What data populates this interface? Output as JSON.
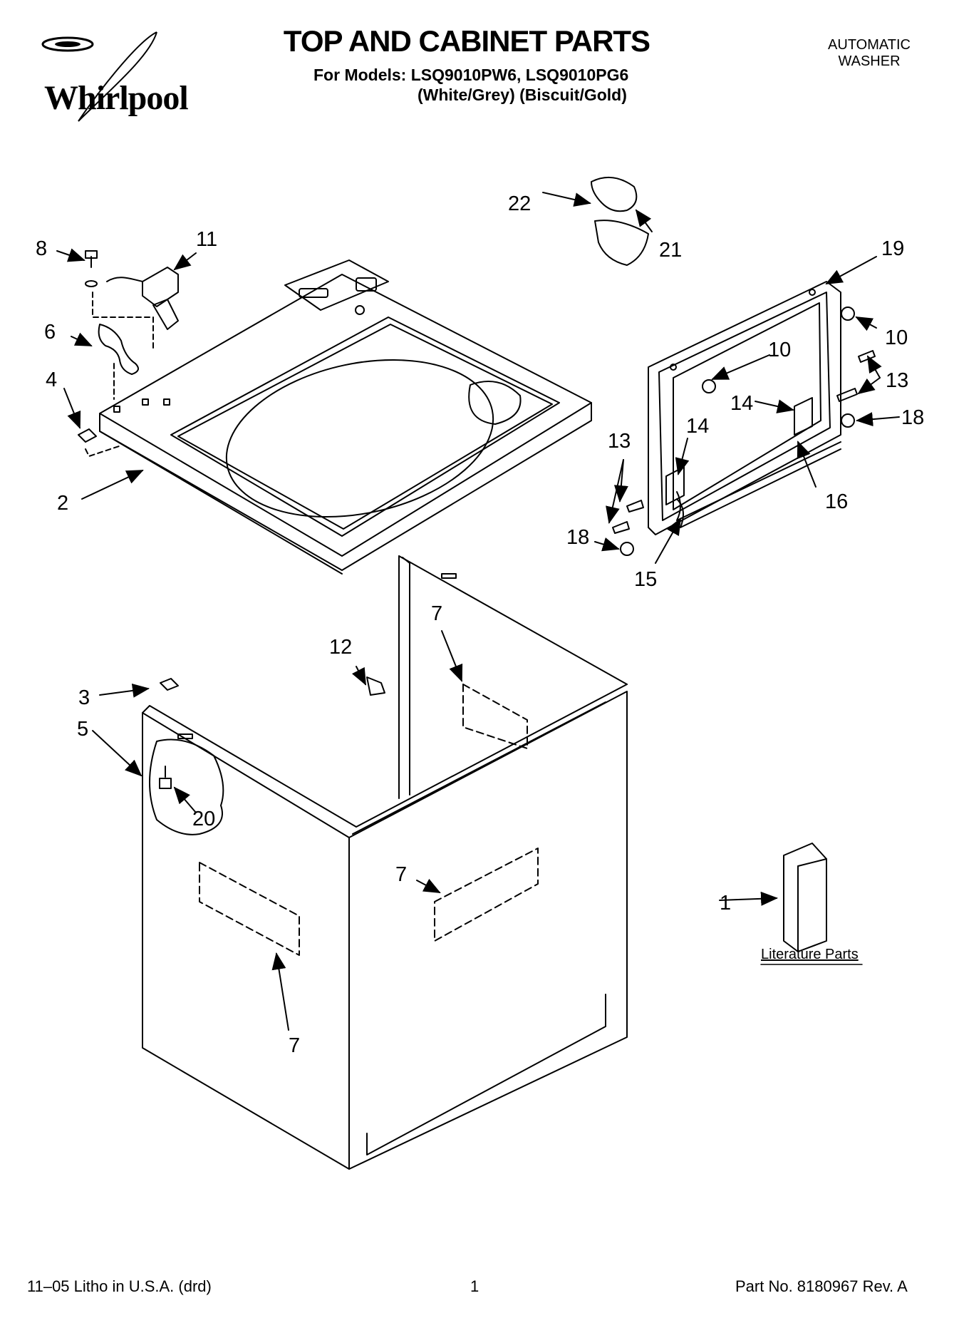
{
  "header": {
    "brand": "Whirlpool",
    "title": "TOP AND CABINET PARTS",
    "models_line": "For Models: LSQ9010PW6, LSQ9010PG6",
    "colors_line": "(White/Grey) (Biscuit/Gold)",
    "appliance_type_line1": "AUTOMATIC",
    "appliance_type_line2": "WASHER"
  },
  "callouts": {
    "c1": "1",
    "c2": "2",
    "c3": "3",
    "c4": "4",
    "c5": "5",
    "c6": "6",
    "c7a": "7",
    "c7b": "7",
    "c7c": "7",
    "c8": "8",
    "c10a": "10",
    "c10b": "10",
    "c11": "11",
    "c12": "12",
    "c13a": "13",
    "c13b": "13",
    "c14a": "14",
    "c14b": "14",
    "c15": "15",
    "c16": "16",
    "c18a": "18",
    "c18b": "18",
    "c19": "19",
    "c20": "20",
    "c21": "21",
    "c22": "22"
  },
  "literature_label": "Literature Parts",
  "footer": {
    "left": "11–05 Litho in U.S.A. (drd)",
    "page": "1",
    "part_no": "Part No. 8180967 Rev. A"
  }
}
